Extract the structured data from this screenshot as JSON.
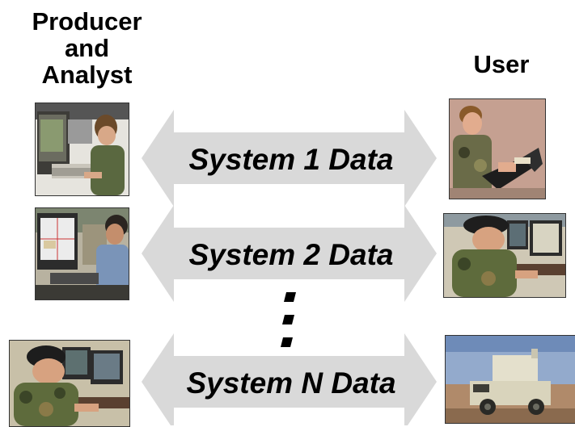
{
  "headings": {
    "producer": "Producer and Analyst",
    "producer_lines": [
      "Producer",
      "and",
      "Analyst"
    ],
    "user": "User"
  },
  "systems": [
    {
      "label": "System 1 Data"
    },
    {
      "label": "System 2 Data"
    },
    {
      "label": "System N Data"
    }
  ],
  "colors": {
    "arrow_fill": "#d9d9d9",
    "text": "#000000"
  },
  "photos": {
    "producer": [
      "analyst-at-workstation-photo",
      "analyst-at-map-display-photo",
      "soldier-at-consoles-photo"
    ],
    "user": [
      "soldier-with-laptop-photo",
      "soldier-at-terminals-photo",
      "humvee-shelter-photo"
    ]
  }
}
